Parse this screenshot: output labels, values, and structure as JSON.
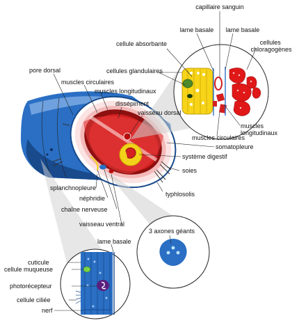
{
  "labels": {
    "capillaire": "capillaire sanguin",
    "lame_basale_left": "lame basale",
    "lame_basale_right": "lame basale",
    "cellule_absorbante": "cellule absorbante",
    "cellules_chloragogenes": "cellules\nchloragogènes",
    "cellules_glandulaires": "cellules glandulaires",
    "pore_dorsal": "pore dorsal",
    "muscles_circulaires": "muscles circulaires",
    "muscles_longitudinaux": "muscles longitudinaux",
    "dissepiment": "dissépiment",
    "vaisseau_dorsal": "vaisseau dorsal",
    "muscles_longitudinaux_inset": "muscles\nlongitudinaux",
    "muscles_circulaires_inset": "muscles circulaires",
    "somatopleure": "somatopleure",
    "systeme_digestif": "système digestif",
    "soies": "soies",
    "splanchnopleure": "splanchnopleure",
    "nephridie": "néphridie",
    "typhlosolis": "typhlosolis",
    "chaine_nerveuse": "chaîne nerveuse",
    "vaisseau_ventral": "vaisseau ventral",
    "axones": "3 axones géants",
    "lame_basale_bottom": "lame basale",
    "cuticule": "cuticule",
    "cellule_muqueuse": "cellule muqueuse",
    "photorecepteur": "photorécepteur",
    "cellule_ciliee": "cellule ciliée",
    "nerf": "nerf"
  },
  "colors": {
    "body_blue": "#2a6fc4",
    "body_dark": "#184a8c",
    "muscle_red": "#d32020",
    "muscle_dark": "#8e1010",
    "gut_yellow": "#f2d21a",
    "pink": "#f4b9b9",
    "skin_light": "#fbe3e3"
  }
}
